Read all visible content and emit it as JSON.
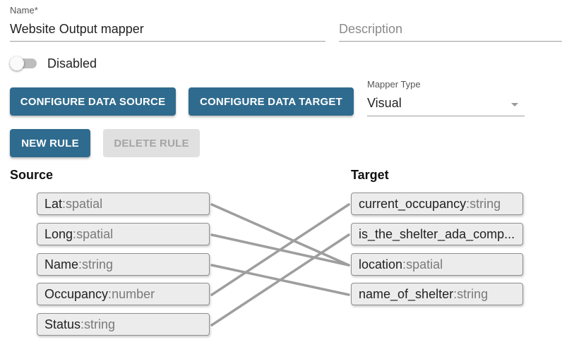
{
  "form": {
    "name_label": "Name",
    "required_mark": "*",
    "name_value": "Website Output mapper",
    "description_placeholder": "Description",
    "toggle_label": "Disabled",
    "toggle_on": false
  },
  "buttons": {
    "configure_source": "CONFIGURE DATA SOURCE",
    "configure_target": "CONFIGURE DATA TARGET",
    "new_rule": "NEW RULE",
    "delete_rule": "DELETE RULE"
  },
  "mapper_type": {
    "label": "Mapper Type",
    "value": "Visual",
    "icon": "dropdown-arrow-icon"
  },
  "mapping": {
    "source_title": "Source",
    "target_title": "Target",
    "sources": [
      {
        "name": "Lat",
        "sep": " : ",
        "type": "spatial"
      },
      {
        "name": "Long",
        "sep": " : ",
        "type": "spatial"
      },
      {
        "name": "Name",
        "sep": " : ",
        "type": "string"
      },
      {
        "name": "Occupancy",
        "sep": " : ",
        "type": "number"
      },
      {
        "name": "Status",
        "sep": " : ",
        "type": "string"
      }
    ],
    "targets": [
      {
        "name": "current_occupancy",
        "sep": " : ",
        "type": "string"
      },
      {
        "name": "is_the_shelter_ada_comp...",
        "sep": "",
        "type": ""
      },
      {
        "name": "location",
        "sep": " : ",
        "type": "spatial"
      },
      {
        "name": "name_of_shelter",
        "sep": " : ",
        "type": "string"
      }
    ],
    "links": [
      {
        "source": "Lat",
        "target": "location"
      },
      {
        "source": "Long",
        "target": "location"
      },
      {
        "source": "Name",
        "target": "name_of_shelter"
      },
      {
        "source": "Occupancy",
        "target": "current_occupancy"
      },
      {
        "source": "Status",
        "target": "is_the_shelter_ada_comp..."
      }
    ]
  },
  "colors": {
    "primary": "#2f6b8e",
    "link_line": "#9e9e9e"
  }
}
